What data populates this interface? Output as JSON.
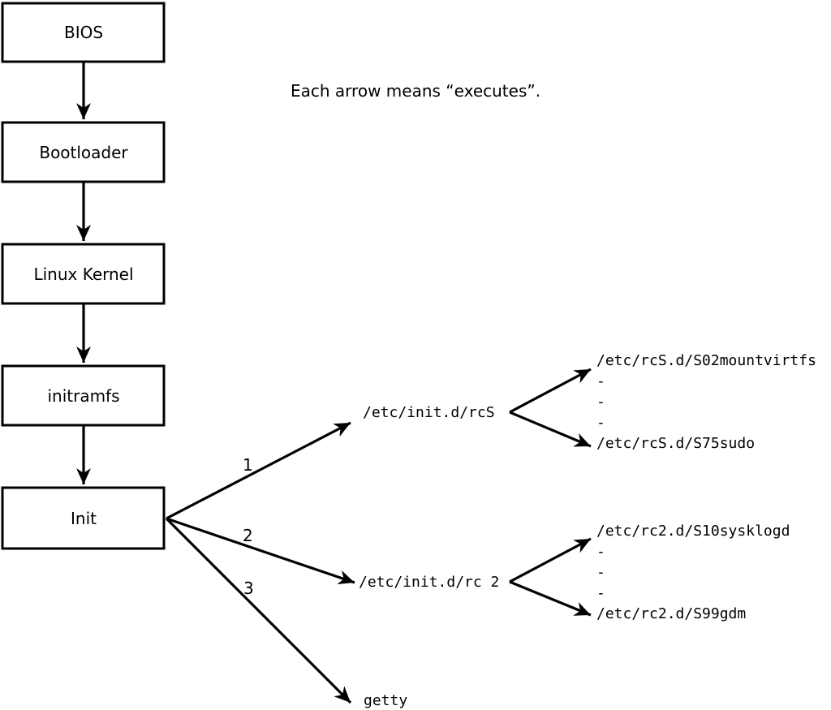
{
  "note": "Each arrow means “executes”.",
  "chain": [
    "BIOS",
    "Bootloader",
    "Linux Kernel",
    "initramfs",
    "Init"
  ],
  "fan": {
    "labels": [
      "1",
      "2",
      "3"
    ],
    "rcs": {
      "script": "/etc/init.d/rcS",
      "children": [
        "/etc/rcS.d/S02mountvirtfs",
        "-",
        "-",
        "-",
        "/etc/rcS.d/S75sudo"
      ]
    },
    "rc2": {
      "script": "/etc/init.d/rc 2",
      "children": [
        "/etc/rc2.d/S10sysklogd",
        "-",
        "-",
        "-",
        "/etc/rc2.d/S99gdm"
      ]
    },
    "getty": "getty"
  },
  "colors": {
    "ink": "#000000",
    "background": "#ffffff"
  }
}
